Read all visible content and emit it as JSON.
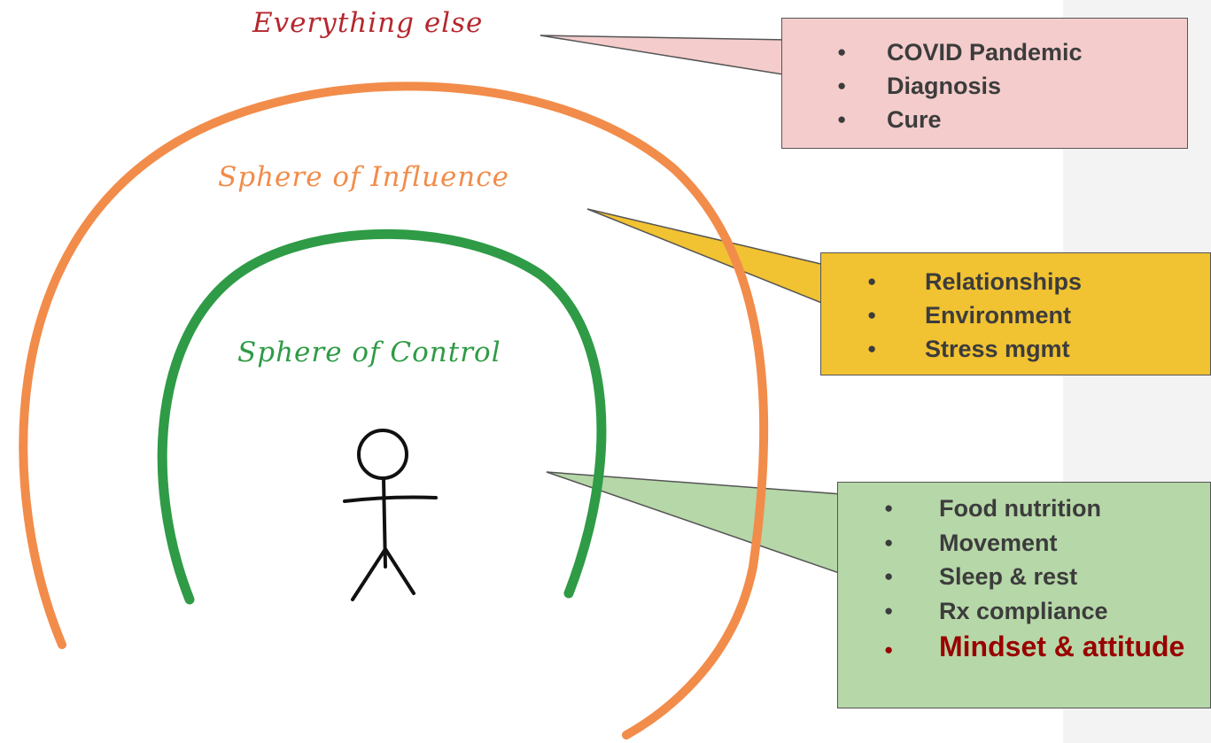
{
  "colors": {
    "outer_arc": "#f28c4a",
    "inner_arc": "#2f9b46",
    "else_label": "#b5272e",
    "influence_label": "#f28c4a",
    "control_label": "#2f9b46",
    "box_else_bg": "#f4cccc",
    "box_influence_bg": "#f1c232",
    "box_control_bg": "#b6d7a8",
    "highlight_text": "#990000",
    "default_text": "#3c3c3c"
  },
  "labels": {
    "everything_else": "Everything else",
    "sphere_of_influence": "Sphere of Influence",
    "sphere_of_control": "Sphere of Control"
  },
  "callouts": {
    "everything_else": {
      "items": [
        "COVID Pandemic",
        "Diagnosis",
        "Cure"
      ]
    },
    "influence": {
      "items": [
        "Relationships",
        "Environment",
        "Stress mgmt"
      ]
    },
    "control": {
      "items": [
        "Food nutrition",
        "Movement",
        "Sleep & rest",
        "Rx compliance"
      ],
      "highlight_item": "Mindset & attitude"
    }
  },
  "icons": {
    "bullet": "●",
    "figure": "stick-figure-icon"
  }
}
